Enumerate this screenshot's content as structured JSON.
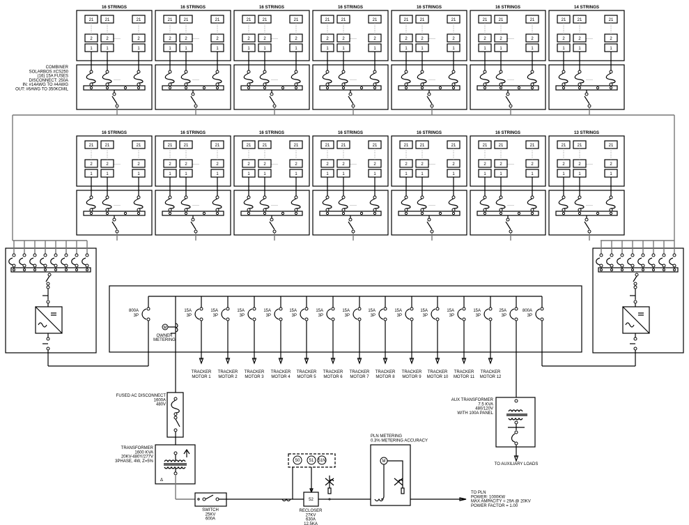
{
  "combiners": {
    "row1": [
      "16 STRINGS",
      "16 STRINGS",
      "16 STRINGS",
      "16 STRINGS",
      "16 STRINGS",
      "16 STRINGS",
      "14 STRINGS"
    ],
    "row2": [
      "16 STRINGS",
      "16 STRINGS",
      "16 STRINGS",
      "16 STRINGS",
      "16 STRINGS",
      "16 STRINGS",
      "13 STRINGS"
    ],
    "module_labels": [
      "21",
      "2",
      "1"
    ],
    "ellipsis": "·····",
    "note": [
      "COMBINER",
      "SOLARBOS #CS250",
      "(16) 15A FUSES",
      "DISCONNECT: 250A",
      "IN: #14AWG TO #4AWG",
      "OUT: #6AWG TO 350KCMIL"
    ]
  },
  "panel": {
    "main_breaker_left": [
      "800A",
      "3P"
    ],
    "owner_metering": [
      "OWNER",
      "METERING"
    ],
    "meter_symbol": "M",
    "tracker_breaker": [
      "15A",
      "3P"
    ],
    "aux_breaker": [
      "25A",
      "3P"
    ],
    "main_breaker_right": [
      "800A",
      "3P"
    ],
    "trackers": [
      "MOTOR 1",
      "MOTOR 2",
      "MOTOR 3",
      "MOTOR 4",
      "MOTOR 5",
      "MOTOR 6",
      "MOTOR 7",
      "MOTOR 8",
      "MOTOR 9",
      "MOTOR 10",
      "MOTOR 11",
      "MOTOR 12"
    ],
    "tracker_word": "TRACKER"
  },
  "fused_disconnect": [
    "FUSED AC DISCONNECT",
    "1600A",
    "480V"
  ],
  "transformer": [
    "TRANSFORMER",
    "1600 KVA",
    "20KV-480Y/277V",
    "3PHASE, 4W, Z=5%"
  ],
  "delta_symbol": "Δ",
  "switch": [
    "SWITCH",
    "25KV",
    "600A"
  ],
  "relays": [
    "50",
    "51",
    "51N"
  ],
  "recloser": {
    "code": "52",
    "lines": [
      "RECLOSER",
      "27KV",
      "630A",
      "12.5KA"
    ]
  },
  "pln_metering": {
    "lines": [
      "PLN METERING",
      "0.3% METERING ACCURACY"
    ],
    "meter": "M"
  },
  "aux_transformer": {
    "lines": [
      "AUX TRANSFORMER",
      "7.5 KVA",
      "480/120V",
      "WITH 100A PANEL"
    ],
    "load": "TO AUXILIARY LOADS"
  },
  "to_pln": [
    "TO PLN",
    "POWER: 1000KW",
    "MAX AMPACITY = 29A @ 20KV",
    "POWER FACTOR = 1.00"
  ]
}
